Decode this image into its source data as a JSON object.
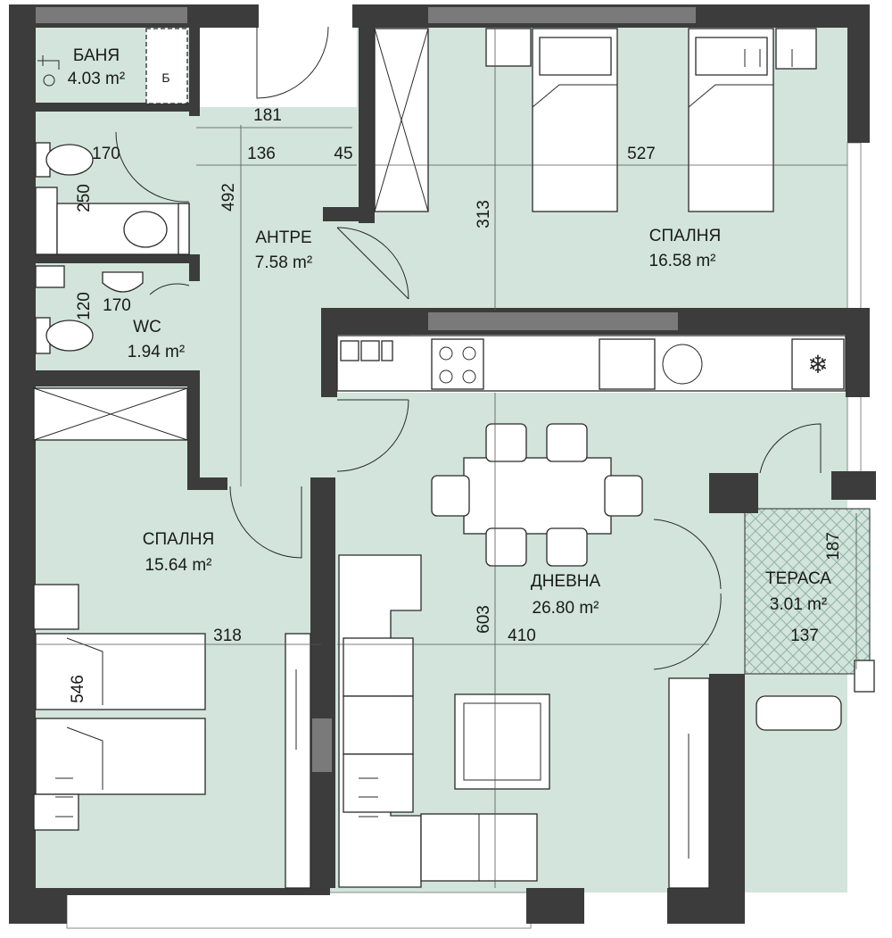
{
  "rooms": {
    "bath": {
      "name": "БАНЯ",
      "area": "4.03 m²"
    },
    "hall": {
      "name": "АНТРЕ",
      "area": "7.58 m²"
    },
    "bedroom_top": {
      "name": "СПАЛНЯ",
      "area": "16.58 m²"
    },
    "wc": {
      "name": "WC",
      "area": "1.94 m²"
    },
    "bedroom_left": {
      "name": "СПАЛНЯ",
      "area": "15.64 m²"
    },
    "living": {
      "name": "ДНЕВНА",
      "area": "26.80 m²"
    },
    "terrace": {
      "name": "ТЕРАСА",
      "area": "3.01 m²"
    }
  },
  "fixture_letter": "Б",
  "dimensions": {
    "d181": "181",
    "d170a": "170",
    "d136": "136",
    "d45": "45",
    "d527": "527",
    "d250": "250",
    "d492": "492",
    "d313": "313",
    "d120": "120",
    "d170b": "170",
    "d318": "318",
    "d603": "603",
    "d410": "410",
    "d187": "187",
    "d137": "137",
    "d546": "546"
  },
  "colors": {
    "floor": "#d2e4dc",
    "wall": "#3c3c3c",
    "wall_grey": "#7a7a7a",
    "terrace_pattern": "#8fb3a8"
  }
}
